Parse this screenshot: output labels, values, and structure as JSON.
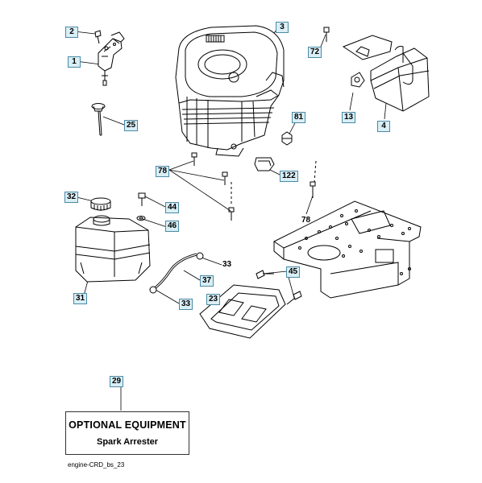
{
  "callouts": {
    "c2": "2",
    "c1": "1",
    "c3": "3",
    "c72": "72",
    "c13": "13",
    "c4": "4",
    "c25": "25",
    "c81": "81",
    "c78": "78",
    "c122": "122",
    "c78b": "78",
    "c32": "32",
    "c44": "44",
    "c46": "46",
    "c33a": "33",
    "c37": "37",
    "c45": "45",
    "c31": "31",
    "c23": "23",
    "c33b": "33",
    "c29": "29"
  },
  "optional_box": {
    "title": "OPTIONAL EQUIPMENT",
    "subtitle": "Spark Arrester"
  },
  "document_id": "engine-CRD_bs_23",
  "colors": {
    "callout_fill": "#d9eef5",
    "callout_border": "#4a8aa6",
    "line": "#000000"
  }
}
